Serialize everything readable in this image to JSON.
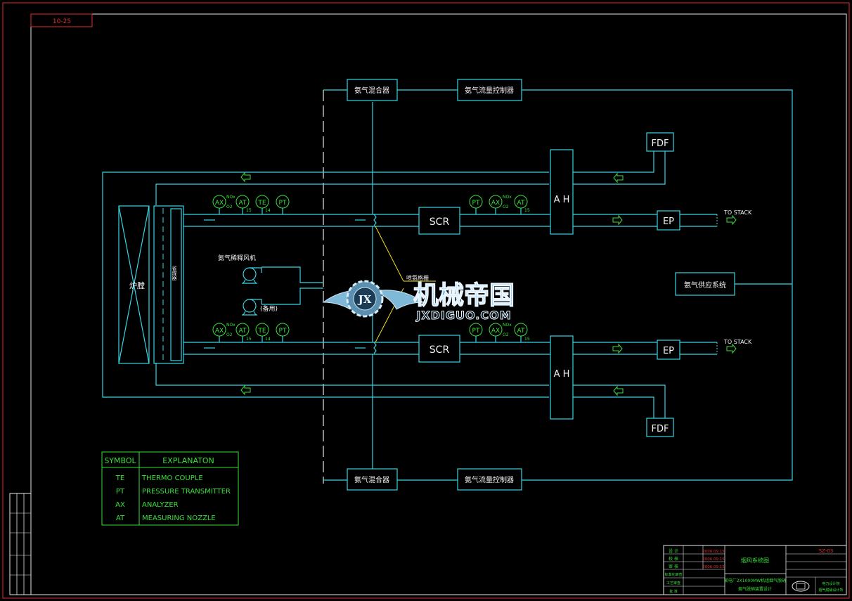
{
  "drawing": {
    "corner_tag": "10-25",
    "equipment": {
      "furnace": "炉膛",
      "economizer": "省煤器",
      "scr": "SCR",
      "ah": "A H",
      "ep": "EP",
      "fdf": "FDF",
      "to_stack": "TO STACK",
      "ammonia_mixer": "氨气混合器",
      "ammonia_flow_controller": "氨气流量控制器",
      "ammonia_supply": "氨气供应系统",
      "dilution_fan": "氨气稀释风机",
      "standby": "(备用)",
      "injection_grid": "喷氨格栅"
    },
    "instruments": {
      "ax": "AX",
      "at": "AT",
      "te": "TE",
      "pt": "PT",
      "nox": "NOx",
      "o2": "O2",
      "tag_15": "15",
      "tag_14": "14"
    },
    "legend": {
      "header_symbol": "SYMBOL",
      "header_explanation": "EXPLANATON",
      "rows": [
        {
          "symbol": "TE",
          "text": "THERMO COUPLE"
        },
        {
          "symbol": "PT",
          "text": "PRESSURE TRANSMITTER"
        },
        {
          "symbol": "AX",
          "text": "ANALYZER"
        },
        {
          "symbol": "AT",
          "text": "MEASURING NOZZLE"
        }
      ]
    },
    "title_block": {
      "drawing_no": "SZ-03",
      "drawing_title": "烟风系统图",
      "project_line1": "某电厂2X1000MW机组烟气脱硝",
      "project_line2": "烟气脱硝装置设计",
      "company_line1": "电力设计院",
      "company_line2": "烟气脱硝设计所",
      "dates": [
        "2006.09.15",
        "2006.09.15",
        "2006.09.15"
      ],
      "roles": [
        "设 计",
        "校 核",
        "审 核",
        "标准化审查",
        "工艺审查",
        "批 准"
      ]
    },
    "watermark": {
      "logo_initials": "JX",
      "brand_cn": "机械帝国",
      "brand_en": "JXDIGUO.COM"
    }
  }
}
